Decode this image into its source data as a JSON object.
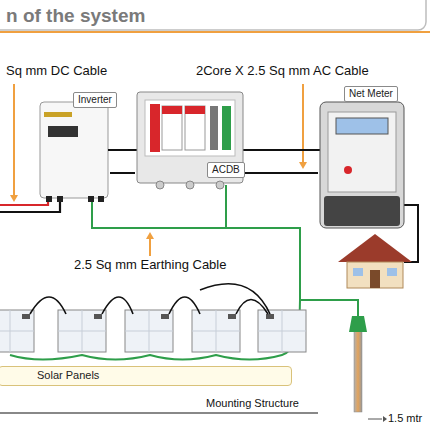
{
  "diagram": {
    "title": "n of the system",
    "nodes": [
      {
        "text": [
          "Inverter"
        ]
      },
      {
        "text": [
          "ACDB"
        ]
      },
      {
        "text": [
          "Net Meter"
        ]
      },
      {
        "text": [
          "Solar Panels"
        ]
      }
    ],
    "edges": [
      {
        "from": 0,
        "to": 1,
        "arrow": "none"
      },
      {
        "from": 1,
        "to": 2,
        "arrow": "none"
      }
    ],
    "labels": [
      "Sq mm DC Cable",
      "2Core X 2.5 Sq mm AC Cable",
      "2.5 Sq mm Earthing Cable",
      "Mounting Structure",
      "1.5 mtr"
    ]
  }
}
